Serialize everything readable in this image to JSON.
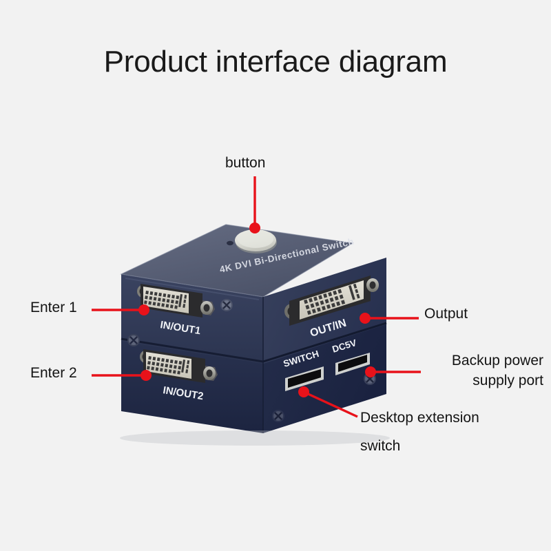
{
  "page": {
    "title": "Product interface diagram",
    "background_color": "#f2f2f2",
    "title_color": "#1a1a1a",
    "callout_color": "#141414",
    "accent_color": "#e8121a"
  },
  "device": {
    "silkscreen_top": "4K DVI Bi-Directional Switch",
    "body_color_top": "#5c6379",
    "body_color_front": "#222b45",
    "body_color_side": "#39425e",
    "button_color": "#d9dad4",
    "connector_shell_color": "#2a2a2c",
    "connector_face_color": "#d8d5ca",
    "port_labels": {
      "in_out_1": "IN/OUT1",
      "in_out_2": "IN/OUT2",
      "out_in": "OUT/IN",
      "switch": "SWITCH",
      "dc5v": "DC5V"
    }
  },
  "callouts": [
    {
      "id": "button",
      "label": "button"
    },
    {
      "id": "enter1",
      "label": "Enter 1"
    },
    {
      "id": "enter2",
      "label": "Enter 2"
    },
    {
      "id": "output",
      "label": "Output"
    },
    {
      "id": "backup",
      "label_line1": "Backup power",
      "label_line2": "supply port"
    },
    {
      "id": "desktop",
      "label_line1": "Desktop extension",
      "label_line2": "switch"
    }
  ]
}
